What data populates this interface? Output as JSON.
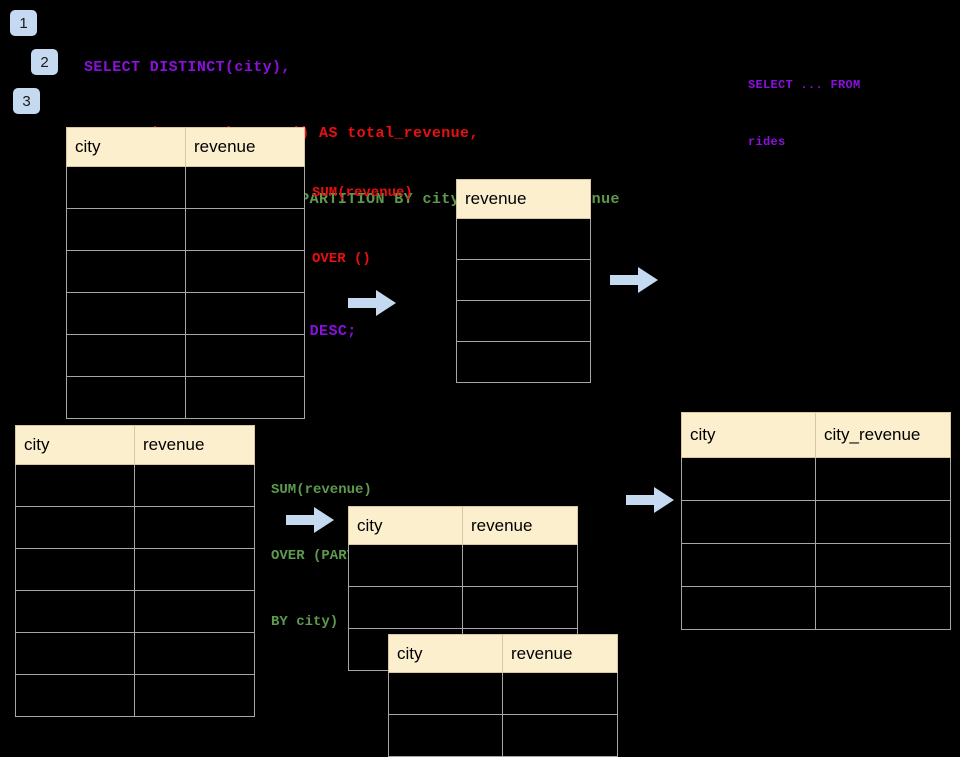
{
  "background_color": "#000000",
  "palette": {
    "badge_bg": "#C5D9F1",
    "arrow_fill": "#C5D9F1",
    "table_header_bg": "#FCEFCD",
    "table_body_bg": "#000000",
    "table_border": "#A6A6A6",
    "sql_purple": "#8B10E0",
    "sql_red": "#E81010",
    "sql_green": "#5E9A4E"
  },
  "badges": [
    {
      "label": "1"
    },
    {
      "label": "2"
    },
    {
      "label": "3"
    }
  ],
  "sql": {
    "lines": [
      {
        "text": "SELECT DISTINCT(city),",
        "color": "purple"
      },
      {
        "text": "    SUM(revenue) OVER () AS total_revenue,",
        "color": "red"
      },
      {
        "text": "    SUM(revenue) OVER (PARTITION BY city) as city_revenue",
        "color": "green"
      },
      {
        "text": "  FROM rides",
        "color": "purple"
      },
      {
        "text": "  ORDER by city_revenue DESC;",
        "color": "purple"
      }
    ]
  },
  "side_sql": {
    "lines": [
      "SELECT ... FROM",
      "rides"
    ]
  },
  "callouts": {
    "total_revenue": {
      "lines": [
        "SUM(revenue)",
        "OVER ()"
      ],
      "color": "#E81010"
    },
    "city_revenue": {
      "lines": [
        "SUM(revenue)",
        "OVER (PARTITION",
        "BY city)"
      ],
      "color": "#5E9A4E"
    }
  },
  "tables": {
    "rides_top": {
      "headers": [
        "city",
        "revenue"
      ],
      "row_count": 6,
      "rows": [
        [
          "",
          ""
        ],
        [
          "",
          ""
        ],
        [
          "",
          ""
        ],
        [
          "",
          ""
        ],
        [
          "",
          ""
        ],
        [
          "",
          ""
        ]
      ]
    },
    "total_revenue": {
      "headers": [
        "revenue"
      ],
      "row_count": 4,
      "rows": [
        [
          ""
        ],
        [
          ""
        ],
        [
          ""
        ],
        [
          ""
        ]
      ]
    },
    "rides_bottom": {
      "headers": [
        "city",
        "revenue"
      ],
      "row_count": 6,
      "rows": [
        [
          "",
          ""
        ],
        [
          "",
          ""
        ],
        [
          "",
          ""
        ],
        [
          "",
          ""
        ],
        [
          "",
          ""
        ],
        [
          "",
          ""
        ]
      ]
    },
    "partition_a": {
      "headers": [
        "city",
        "revenue"
      ],
      "row_count": 3,
      "rows": [
        [
          "",
          ""
        ],
        [
          "",
          ""
        ],
        [
          "",
          ""
        ]
      ]
    },
    "partition_b": {
      "headers": [
        "city",
        "revenue"
      ],
      "row_count": 2,
      "rows": [
        [
          "",
          ""
        ],
        [
          "",
          ""
        ]
      ]
    },
    "result": {
      "headers": [
        "city",
        "city_revenue"
      ],
      "row_count": 4,
      "rows": [
        [
          "",
          ""
        ],
        [
          "",
          ""
        ],
        [
          "",
          ""
        ],
        [
          "",
          ""
        ]
      ]
    }
  },
  "arrows": [
    {
      "name": "arrow-top-middle"
    },
    {
      "name": "arrow-top-right"
    },
    {
      "name": "arrow-bottom-left"
    },
    {
      "name": "arrow-bottom-right"
    }
  ]
}
